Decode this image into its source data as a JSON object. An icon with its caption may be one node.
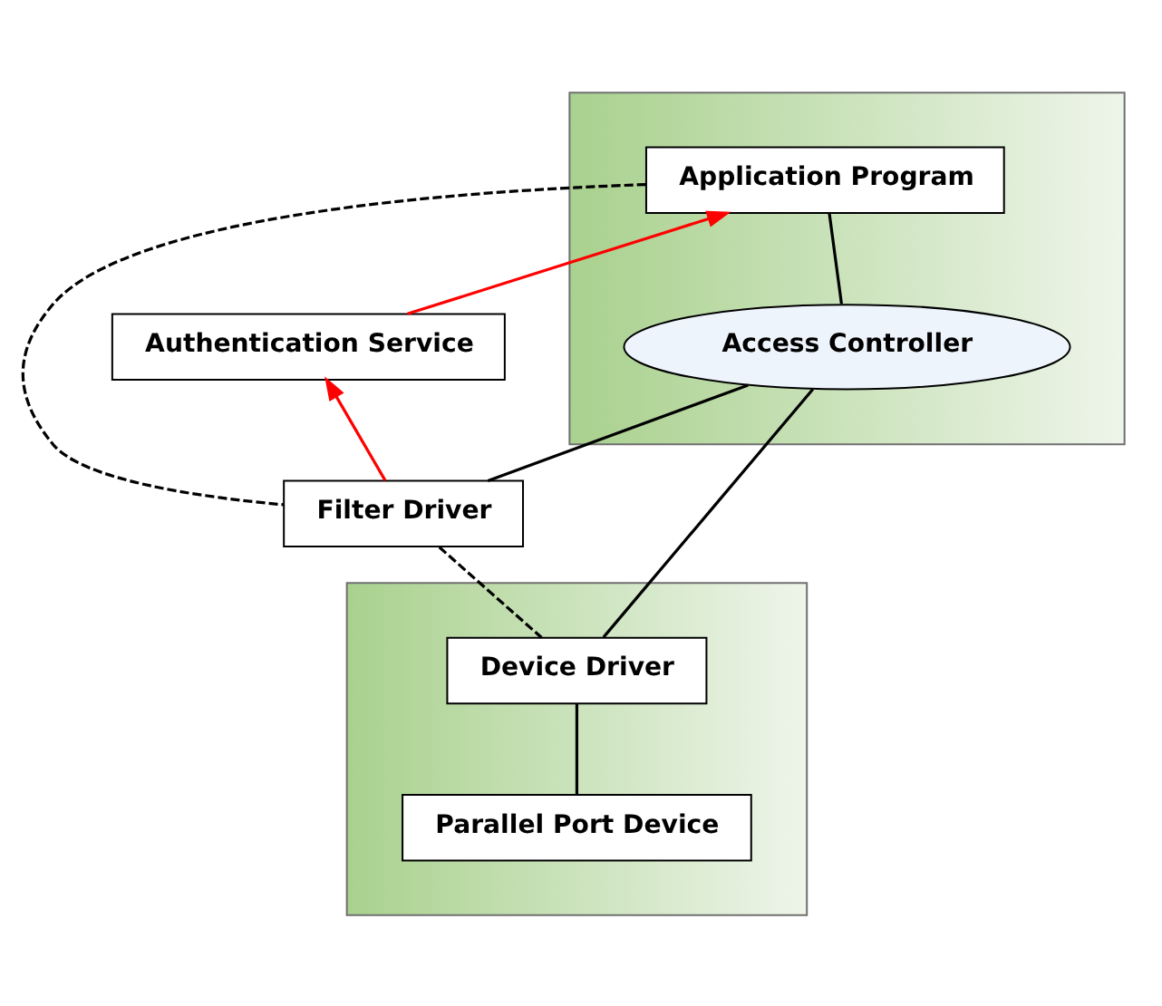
{
  "diagram": {
    "nodes": [
      {
        "text": [],
        "shape": "box"
      },
      {
        "text": [
          "Application Program"
        ],
        "in": 0
      },
      {
        "text": [
          "Access Controller"
        ],
        "in": 0
      },
      {
        "text": [
          "Authentication Service"
        ]
      },
      {
        "text": [
          "Filter Driver"
        ]
      },
      {
        "text": [],
        "shape": "box"
      },
      {
        "text": [
          "Device Driver"
        ],
        "in": 5
      },
      {
        "text": [
          "Parallel Port Device"
        ],
        "in": 5
      }
    ],
    "edges": [
      {
        "from": 3,
        "to": 1,
        "arrow": "to",
        "color": "#ff0000"
      },
      {
        "from": 4,
        "to": 3,
        "arrow": "to",
        "color": "#ff0000"
      },
      {
        "from": 1,
        "to": 2,
        "arrow": "none"
      },
      {
        "from": 2,
        "to": 4,
        "arrow": "none"
      },
      {
        "from": 1,
        "to": 4,
        "arrow": "none",
        "style": "dashed"
      },
      {
        "from": 2,
        "to": 6,
        "arrow": "none"
      },
      {
        "from": 4,
        "to": 6,
        "arrow": "none",
        "style": "dashed"
      },
      {
        "from": 6,
        "to": 7,
        "arrow": "none"
      }
    ]
  }
}
